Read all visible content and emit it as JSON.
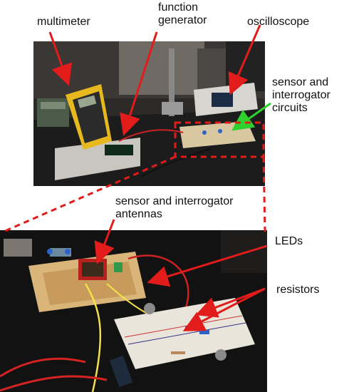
{
  "labels": {
    "multimeter": "multimeter",
    "function_generator_line1": "function",
    "function_generator_line2": "generator",
    "oscilloscope": "oscilloscope",
    "sensor_circuits_line1": "sensor and",
    "sensor_circuits_line2": "interrogator",
    "sensor_circuits_line3": "circuits",
    "antennas_line1": "sensor and interrogator",
    "antennas_line2": "antennas",
    "leds": "LEDs",
    "resistors": "resistors"
  },
  "colors": {
    "arrow_red": "#e21b1b",
    "arrow_green": "#2ed12e",
    "highlight_dash": "#e21b1b"
  },
  "icons": {
    "top_photo": "lab-bench-photo",
    "bottom_photo": "circuit-closeup-photo"
  }
}
